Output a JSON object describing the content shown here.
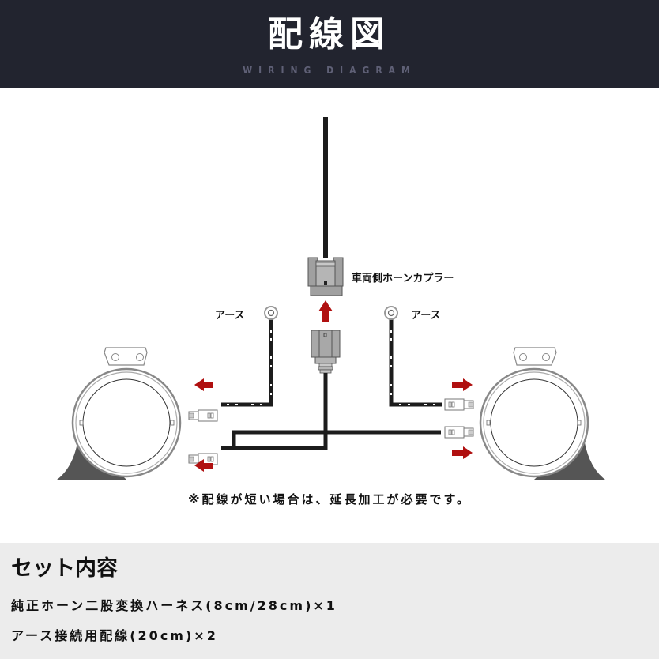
{
  "header": {
    "title": "配線図",
    "subtitle": "WIRING DIAGRAM"
  },
  "diagram": {
    "labels": {
      "vehicle_coupler": "車両側ホーンカプラー",
      "ground_left": "アース",
      "ground_right": "アース"
    },
    "note": "※配線が短い場合は、延長加工が必要です。",
    "colors": {
      "arrow": "#b01010",
      "wire": "#1c1c1c",
      "connector": "#a7a7a7",
      "horn_base": "#555555"
    }
  },
  "set_contents": {
    "title": "セット内容",
    "items": [
      "純正ホーン二股変換ハーネス(8cm/28cm)×1",
      "アース接続用配線(20cm)×2"
    ]
  }
}
